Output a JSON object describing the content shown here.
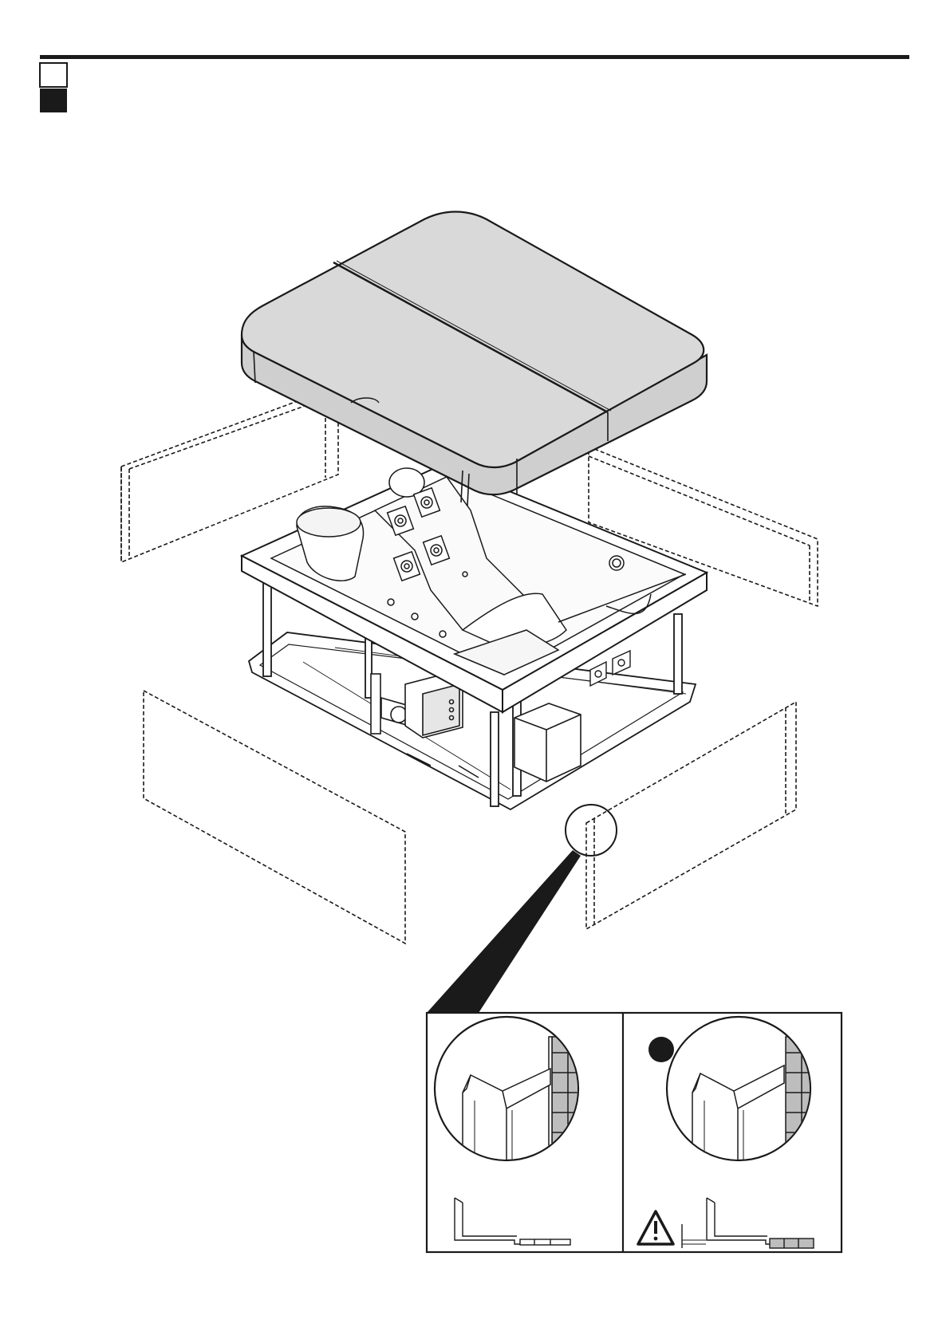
{
  "header": {
    "legend_swatches": [
      {
        "name": "white-swatch",
        "color": "#ffffff"
      },
      {
        "name": "black-swatch",
        "color": "#1a1a1a"
      }
    ]
  },
  "colors": {
    "line": "#1a1a1a",
    "cover_fill": "#d9d9d9",
    "cover_side": "#cfcfcf",
    "tile": "#bdbdbd",
    "background": "#ffffff"
  },
  "detail_panels": [
    {
      "name": "detail-left",
      "marker": null,
      "warning": false
    },
    {
      "name": "detail-right",
      "marker": "filled-circle",
      "warning": true
    }
  ],
  "icons": [
    "warning-triangle-icon",
    "filled-circle-marker"
  ]
}
